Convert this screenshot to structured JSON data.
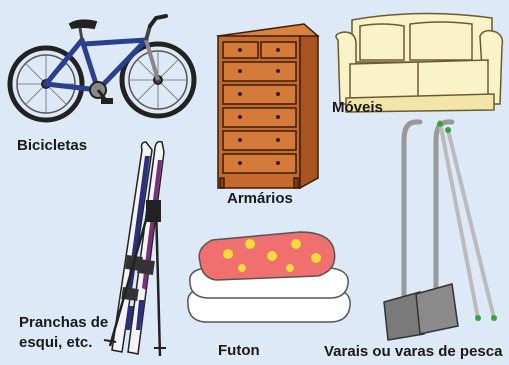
{
  "items": [
    {
      "id": "bicycle",
      "label": "Bicicletas"
    },
    {
      "id": "dresser",
      "label": "Armários"
    },
    {
      "id": "sofa",
      "label": "Móveis"
    },
    {
      "id": "skis",
      "label_line1": "Pranchas de",
      "label_line2": "esqui, etc."
    },
    {
      "id": "futon",
      "label": "Futon"
    },
    {
      "id": "poles",
      "label": "Varais ou varas de pesca"
    }
  ],
  "colors": {
    "background": "#dde9f7",
    "bicycle_frame": "#2b3f8f",
    "dresser_wood": "#c7692a",
    "futon_cover": "#f07070",
    "futon_pattern": "#f5dc3a",
    "pole_base": "#7a7a7a"
  }
}
